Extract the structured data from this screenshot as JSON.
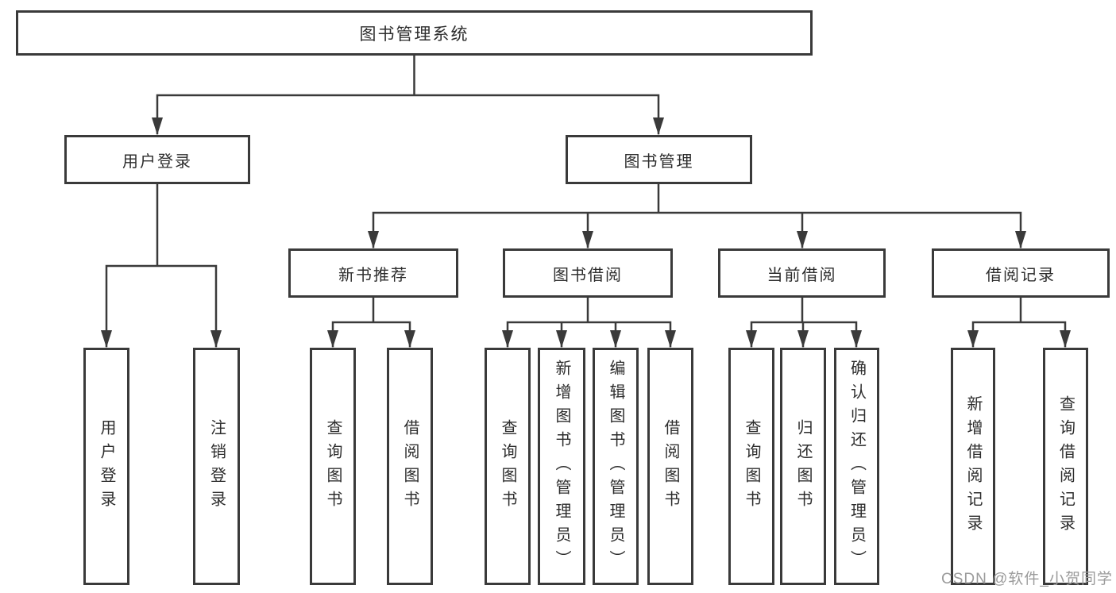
{
  "root": {
    "label": "图书管理系统"
  },
  "level2": {
    "user_login": "用户登录",
    "book_mgmt": "图书管理"
  },
  "level3": {
    "new_books": "新书推荐",
    "borrow": "图书借阅",
    "current": "当前借阅",
    "records": "借阅记录"
  },
  "leaves": {
    "user_login": [
      "用户登录",
      "注销登录"
    ],
    "new_books": [
      "查询图书",
      "借阅图书"
    ],
    "borrow": [
      "查询图书",
      "新增图书（管理员）",
      "编辑图书（管理员）",
      "借阅图书"
    ],
    "current": [
      "查询图书",
      "归还图书",
      "确认归还（管理员）"
    ],
    "records": [
      "新增借阅记录",
      "查询借阅记录"
    ]
  },
  "watermark": {
    "text": "CSDN @软件_小贺同学"
  },
  "colors": {
    "line": "#3a3a3a",
    "text": "#2d2d2d",
    "watermark": "#9b9b9b",
    "background": "#ffffff"
  }
}
